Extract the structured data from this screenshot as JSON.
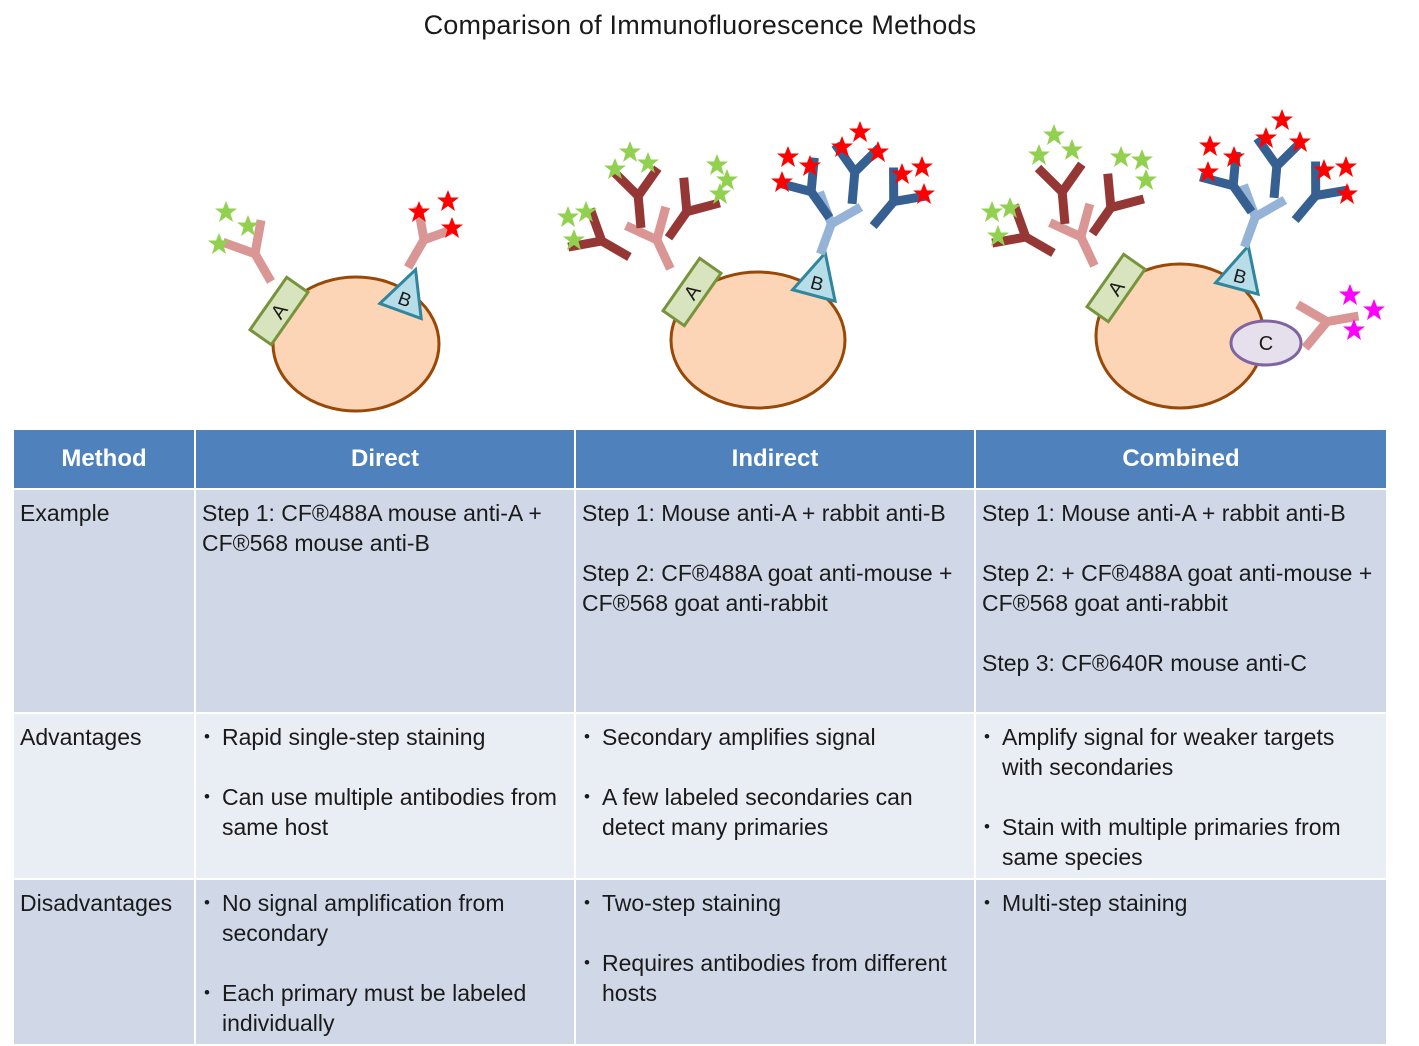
{
  "title": "Comparison of Immunofluorescence Methods",
  "diagram": {
    "antigen_labels": {
      "a": "A",
      "b": "B",
      "c": "C"
    },
    "colors": {
      "cell_fill": "#fbd5b5",
      "cell_stroke": "#984807",
      "antigen_a_fill": "#d7e4bd",
      "antigen_a_stroke": "#77933c",
      "antigen_b_fill": "#b7dee8",
      "antigen_b_stroke": "#31859c",
      "antigen_c_fill": "#e6e0ec",
      "antigen_c_stroke": "#8064a2",
      "primary_mouse": "#d99694",
      "secondary_anti_mouse": "#953735",
      "primary_rabbit": "#95b3d7",
      "secondary_anti_rabbit": "#376092",
      "star_green": "#92d050",
      "star_red": "#ff0000",
      "star_magenta": "#ff00ff"
    }
  },
  "table": {
    "headers": [
      "Method",
      "Direct",
      "Indirect",
      "Combined"
    ],
    "rows": [
      {
        "label": "Example",
        "direct": [
          "Step 1:  CF®488A mouse anti-A + CF®568 mouse anti-B"
        ],
        "indirect": [
          "Step 1:  Mouse anti-A + rabbit anti-B",
          "Step 2: CF®488A goat anti-mouse + CF®568 goat anti-rabbit"
        ],
        "combined": [
          "Step 1:  Mouse anti-A + rabbit anti-B",
          "Step 2: + CF®488A goat anti-mouse + CF®568 goat anti-rabbit",
          "Step 3: CF®640R mouse anti-C"
        ]
      },
      {
        "label": "Advantages",
        "direct": [
          "Rapid single-step staining",
          "Can use multiple antibodies from same host"
        ],
        "indirect": [
          "Secondary amplifies signal",
          "A few labeled secondaries can detect many primaries"
        ],
        "combined": [
          "Amplify signal for weaker targets with secondaries",
          "Stain with multiple primaries from same species"
        ]
      },
      {
        "label": "Disadvantages",
        "direct": [
          "No signal amplification from secondary",
          "Each primary must be labeled individually"
        ],
        "indirect": [
          "Two-step staining",
          "Requires antibodies from different hosts"
        ],
        "combined": [
          "Multi-step staining"
        ]
      }
    ]
  }
}
